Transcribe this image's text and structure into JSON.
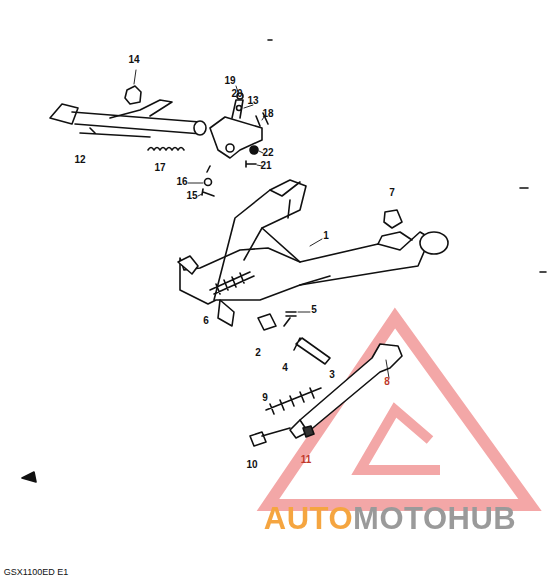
{
  "diagram": {
    "labels": [
      "14",
      "12",
      "17",
      "19",
      "20",
      "13",
      "18",
      "22",
      "21",
      "16",
      "15",
      "7",
      "1",
      "5",
      "6",
      "2",
      "4",
      "3",
      "8",
      "9",
      "10",
      "11",
      "GSX1100ED E1",
      "AUTOMOTOHUB"
    ]
  }
}
